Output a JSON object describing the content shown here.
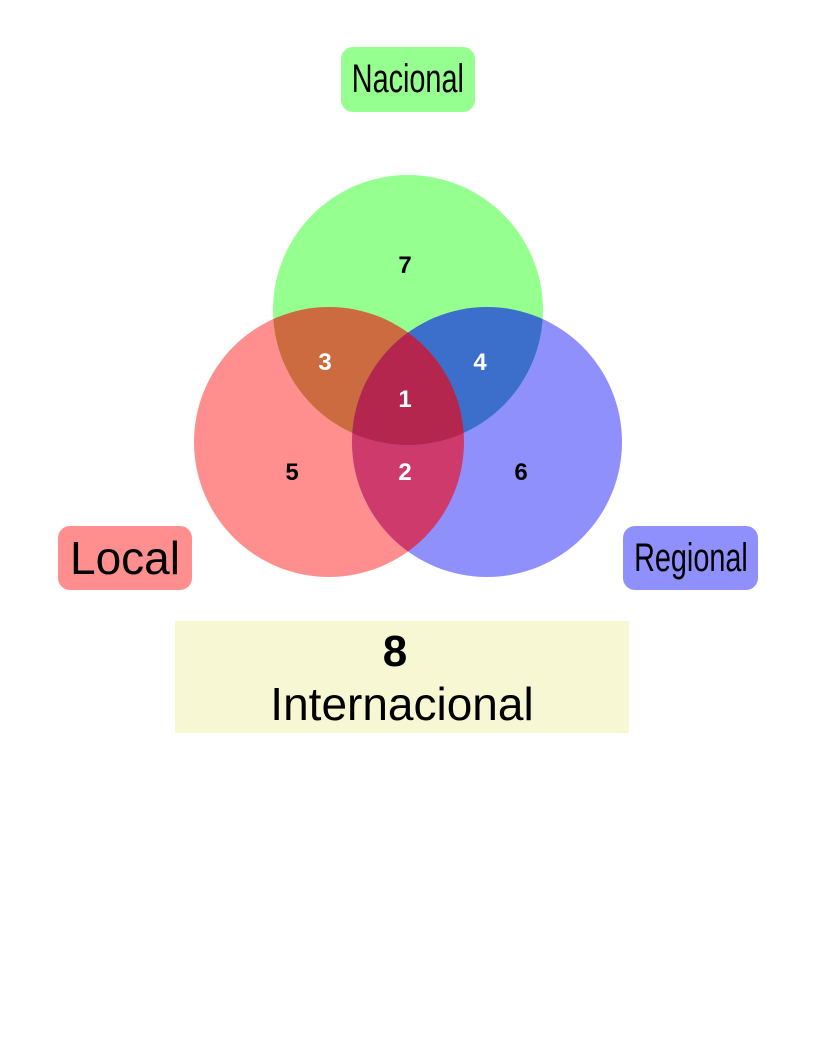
{
  "sets": {
    "nacional": {
      "label": "Nacional",
      "color": "#95ff8f"
    },
    "local": {
      "label": "Local",
      "color": "#ff8f8f"
    },
    "regional": {
      "label": "Regional",
      "color": "#9090fc"
    }
  },
  "regions": {
    "all_three": "1",
    "local_regional": "2",
    "local_nacional": "3",
    "nacional_regional": "4",
    "local_only": "5",
    "regional_only": "6",
    "nacional_only": "7"
  },
  "overlap_colors": {
    "local_nacional": "#cb6b3f",
    "nacional_regional": "#3b6fcb",
    "local_regional": "#cf3a6c",
    "all_three": "#b5264f"
  },
  "outside": {
    "number": "8",
    "label": "Internacional",
    "color": "#f7f8d3"
  }
}
